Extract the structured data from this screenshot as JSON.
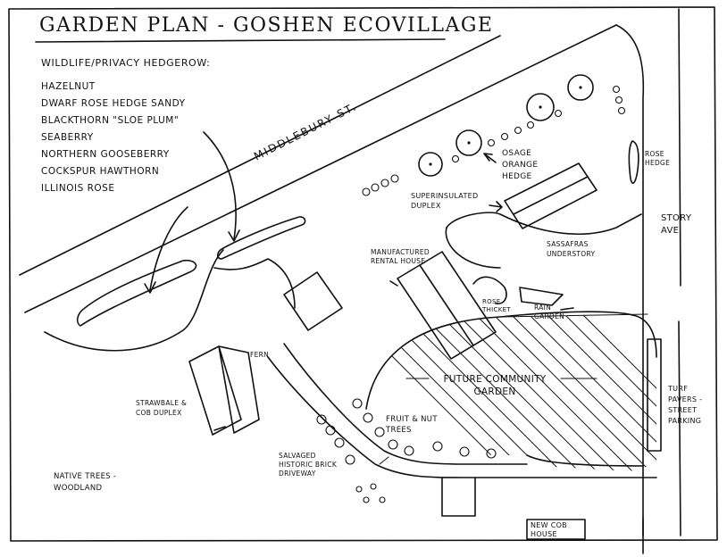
{
  "title": "GARDEN PLAN - GOSHEN ECOVILLAGE",
  "hedgerow": {
    "heading": "WILDLIFE/PRIVACY HEDGEROW:",
    "plants": [
      "HAZELNUT",
      "DWARF ROSE HEDGE SANDY",
      "BLACKTHORN \"SLOE PLUM\"",
      "SEABERRY",
      "NORTHERN GOOSEBERRY",
      "COCKSPUR HAWTHORN",
      "ILLINOIS ROSE"
    ]
  },
  "streets": {
    "middlebury": "MIDDLEBURY ST.",
    "story": "STORY AVE."
  },
  "labels": {
    "osage": "OSAGE ORANGE HEDGE",
    "rose_hedge": "ROSE HEDGE",
    "superinsulated": "SUPERINSULATED DUPLEX",
    "sassafras": "SASSAFRAS UNDERSTORY",
    "manufactured": "MANUFACTURED RENTAL HOUSE",
    "rose_thicket": "ROSE THICKET",
    "rain_garden": "RAIN GARDEN",
    "fern": "FERN",
    "community_garden": "FUTURE COMMUNITY GARDEN",
    "straw_bale": "STRAWBALE & COB DUPLEX",
    "fruit_nut": "FRUIT & NUT TREES",
    "turf_pavers": "TURF PAVERS - STREET PARKING",
    "salvaged_brick": "SALVAGED HISTORIC BRICK DRIVEWAY",
    "native_trees": "NATIVE TREES - WOODLAND",
    "new_cob": "NEW COB HOUSE"
  }
}
